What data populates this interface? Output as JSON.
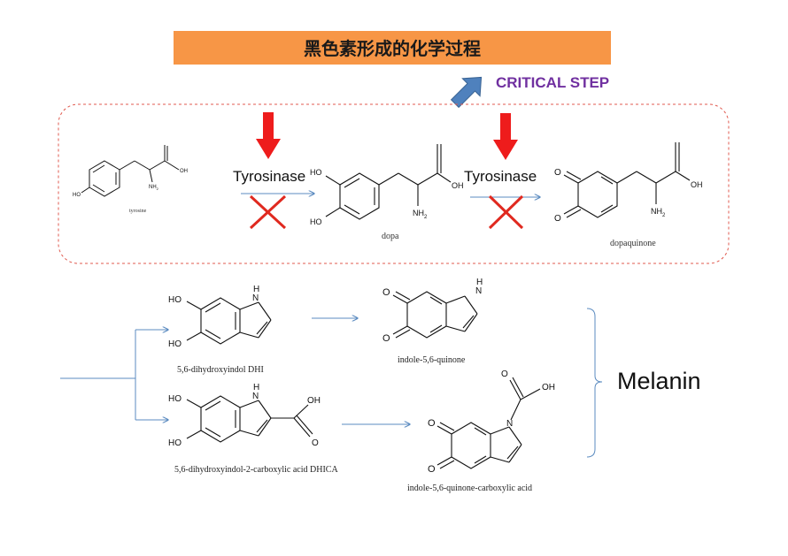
{
  "title": "黑色素形成的化学过程",
  "critical_step": "CRITICAL STEP",
  "enzyme_label": "Tyrosinase",
  "output_label": "Melanin",
  "compounds": {
    "tyrosine": "tyrosine",
    "dopa": "dopa",
    "dopaquinone": "dopaquinone",
    "dhi": "5,6-dihydroxyindol DHI",
    "indole_quinone": "indole-5,6-quinone",
    "dhica": "5,6-dihydroxyindol-2-carboxylic acid DHICA",
    "indole_quinone_carboxylic": "indole-5,6-quinone-carboxylic acid"
  },
  "atoms": {
    "ho": "HO",
    "oh": "OH",
    "o": "O",
    "nh2": "NH",
    "nh2_sub": "2",
    "n": "N",
    "h": "H"
  },
  "colors": {
    "title_bg": "#F79646",
    "critical_text": "#7030A0",
    "blocked_x": "#E0291F",
    "down_arrow": "#EE1C1C",
    "up_arrow": "#4F81BD",
    "dashed_border": "#E05A4F",
    "flow_arrow": "#5B8BC0"
  },
  "icons": [
    "up-right-arrow-icon",
    "down-arrow-icon",
    "blocked-x-icon"
  ]
}
